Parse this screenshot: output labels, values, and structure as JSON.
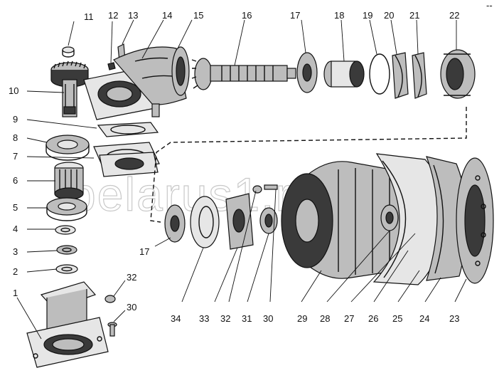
{
  "watermark": "belarus1.ru",
  "corner_mark": "--",
  "callouts": [
    "1",
    "2",
    "3",
    "4",
    "5",
    "6",
    "7",
    "8",
    "9",
    "10",
    "11",
    "12",
    "13",
    "14",
    "15",
    "16",
    "17",
    "18",
    "19",
    "20",
    "21",
    "22",
    "17",
    "34",
    "33",
    "32",
    "31",
    "30",
    "29",
    "28",
    "27",
    "26",
    "25",
    "24",
    "23",
    "32",
    "30"
  ]
}
